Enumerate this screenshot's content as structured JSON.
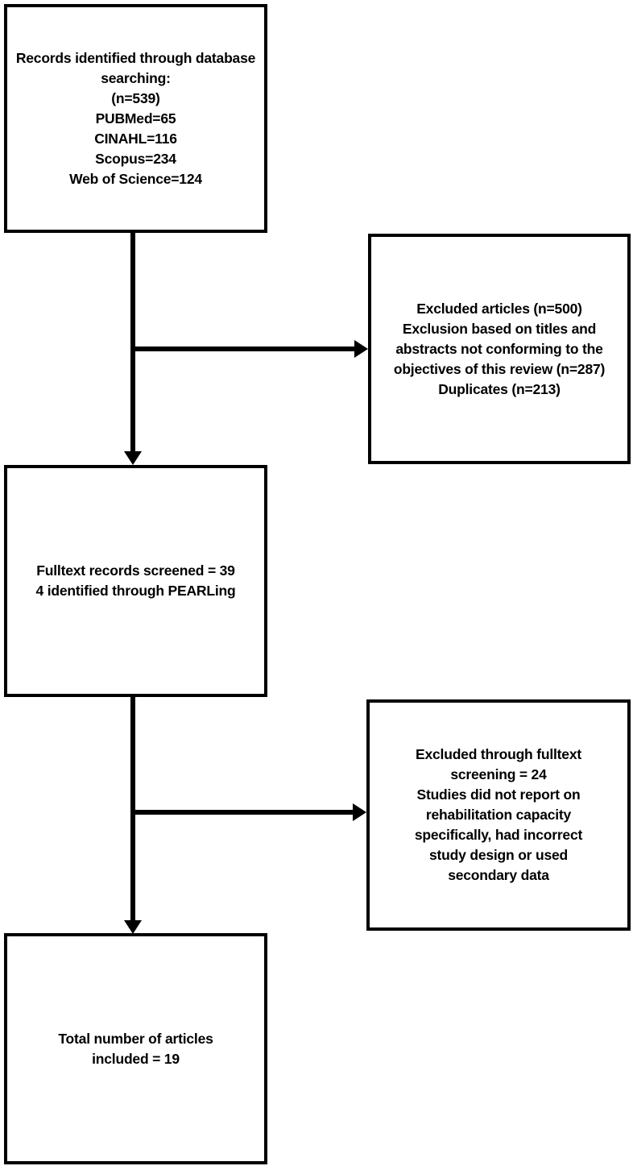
{
  "diagram": {
    "type": "prisma-flowchart",
    "colors": {
      "background": "#ffffff",
      "box_border": "#000000",
      "text": "#000000",
      "arrow": "#000000"
    },
    "boxes": {
      "identification": {
        "text": "Records identified through database\nsearching:\n(n=539)\nPUBMed=65\nCINAHL=116\nScopus=234\nWeb of Science=124"
      },
      "excluded_titles_abstracts": {
        "text": "Excluded articles (n=500)\nExclusion based on titles and\nabstracts not conforming to the\nobjectives of this review (n=287)\nDuplicates (n=213)"
      },
      "fulltext_screened": {
        "text": "Fulltext records screened = 39\n4 identified through PEARLing"
      },
      "excluded_fulltext": {
        "text": "Excluded through fulltext\nscreening = 24\nStudies did not report on\nrehabilitation capacity\nspecifically, had incorrect\nstudy design or used\nsecondary data"
      },
      "included": {
        "text": "Total number of articles\nincluded = 19"
      }
    },
    "connectors": [
      {
        "from": "identification",
        "to": "fulltext_screened",
        "direction": "down"
      },
      {
        "from": "identification-flow",
        "to": "excluded_titles_abstracts",
        "direction": "right"
      },
      {
        "from": "fulltext_screened",
        "to": "included",
        "direction": "down"
      },
      {
        "from": "screening-flow",
        "to": "excluded_fulltext",
        "direction": "right"
      }
    ]
  }
}
